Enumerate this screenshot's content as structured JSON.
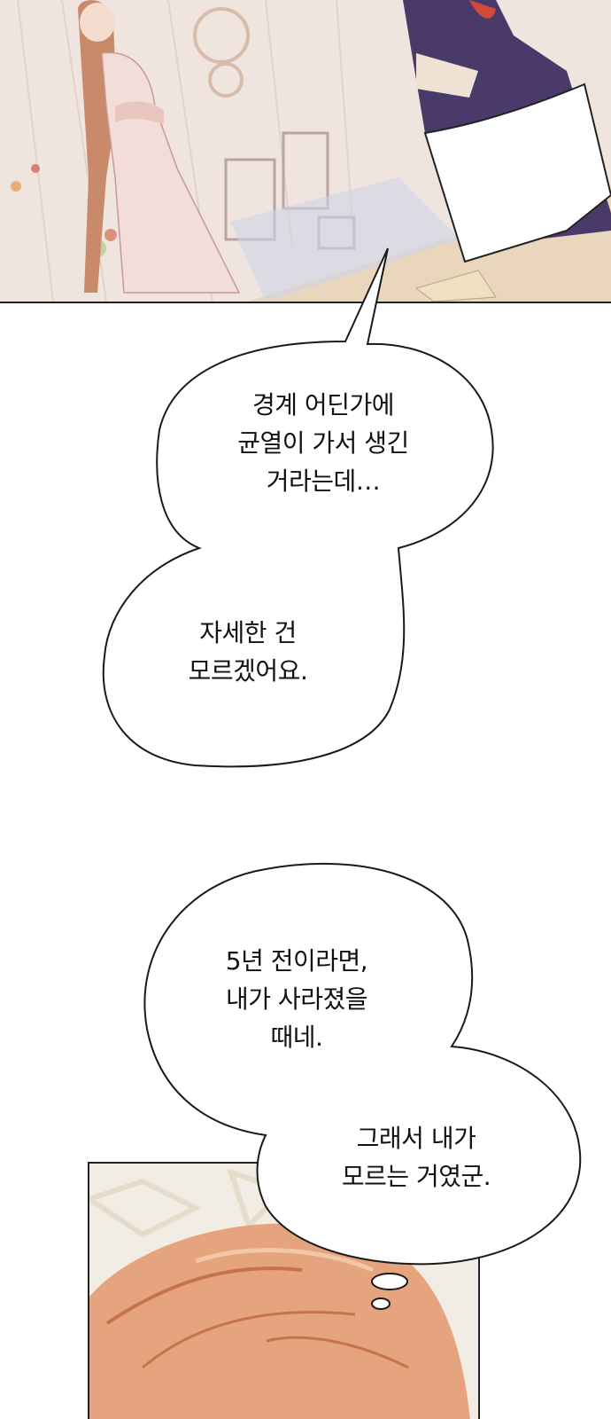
{
  "colors": {
    "background": "#ffffff",
    "bubble_fill": "#ffffff",
    "bubble_stroke": "#1a1a1a",
    "text": "#111111",
    "hair": "#d9a07a",
    "maid_dress": "#4a3a6a"
  },
  "bubbles": [
    {
      "lines": [
        "경계 어딘가에",
        "균열이 가서 생긴",
        "거라는데…"
      ]
    },
    {
      "lines": [
        "자세한 건",
        "모르겠어요."
      ]
    },
    {
      "lines": [
        "5년 전이라면,",
        "내가 사라졌을",
        "때네."
      ]
    },
    {
      "lines": [
        "그래서 내가",
        "모르는 거였군."
      ]
    }
  ]
}
